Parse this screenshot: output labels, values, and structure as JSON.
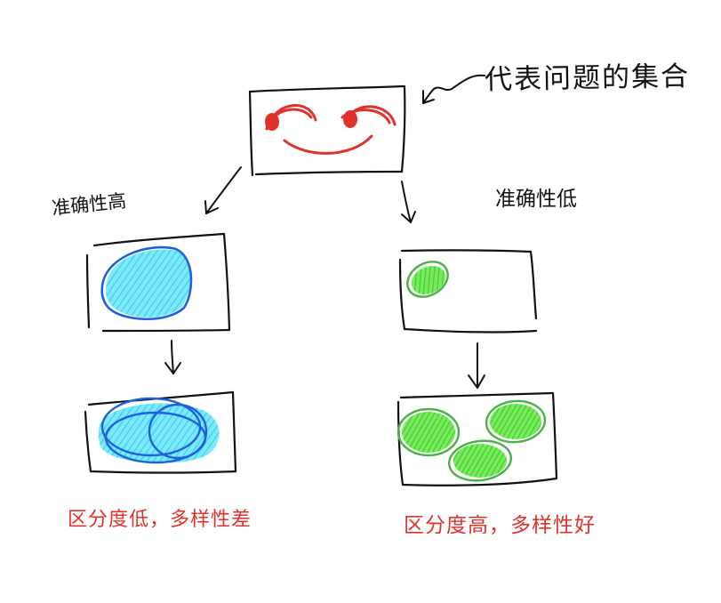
{
  "labels": {
    "problem_set": "代表问题的集合",
    "high_accuracy": "准确性高",
    "low_accuracy": "准确性低",
    "left_result": "区分度低，多样性差",
    "right_result": "区分度高，多样性好"
  },
  "colors": {
    "ink": "#111111",
    "face": "#e0322b",
    "caption": "#e0322b",
    "blue_fill": "#5de3f7",
    "blue_stroke": "#1f5fe0",
    "green_fill": "#56e33a",
    "green_stroke": "#4cb04a"
  },
  "icons": {
    "face": "smiley-face-icon"
  }
}
